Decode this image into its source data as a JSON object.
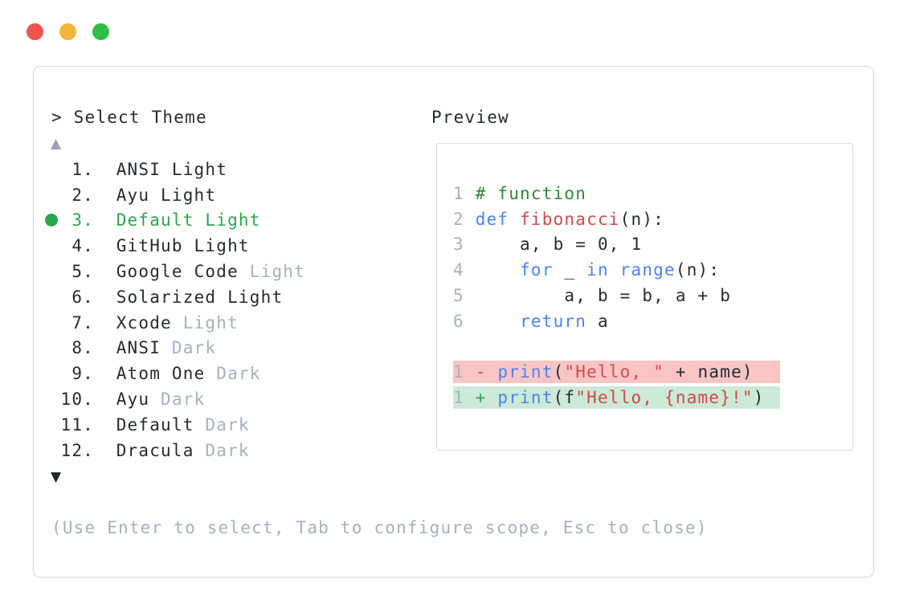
{
  "colors": {
    "accent_green": "#2da44e",
    "text_dark": "#262b33",
    "muted_gray": "#a6b0bf",
    "panel_border": "#d5dae2",
    "comment_green": "#2e8b2e",
    "keyword_blue": "#4d84f1",
    "function_red": "#d1494a",
    "string_red": "#d1494a",
    "diff_removed_bg": "#f8c5c4",
    "diff_added_bg": "#cbe9d6",
    "scroll_up_gray": "#98a4b5",
    "scroll_down_dark": "#20242b",
    "traffic_red": "#f0544f",
    "traffic_yellow": "#f2b63c",
    "traffic_green": "#2fbf44"
  },
  "prompt": {
    "text": "> Select Theme"
  },
  "list": {
    "scroll_up_indicator": "▲",
    "scroll_down_indicator": "▼",
    "items": [
      {
        "number": "1.",
        "name": "ANSI",
        "variant": "Light",
        "muted_variant": false,
        "selected": false
      },
      {
        "number": "2.",
        "name": "Ayu",
        "variant": "Light",
        "muted_variant": false,
        "selected": false
      },
      {
        "number": "3.",
        "name": "Default",
        "variant": "Light",
        "muted_variant": false,
        "selected": true
      },
      {
        "number": "4.",
        "name": "GitHub",
        "variant": "Light",
        "muted_variant": false,
        "selected": false
      },
      {
        "number": "5.",
        "name": "Google Code",
        "variant": "Light",
        "muted_variant": true,
        "selected": false
      },
      {
        "number": "6.",
        "name": "Solarized",
        "variant": "Light",
        "muted_variant": false,
        "selected": false
      },
      {
        "number": "7.",
        "name": "Xcode",
        "variant": "Light",
        "muted_variant": true,
        "selected": false
      },
      {
        "number": "8.",
        "name": "ANSI",
        "variant": "Dark",
        "muted_variant": true,
        "selected": false
      },
      {
        "number": "9.",
        "name": "Atom One",
        "variant": "Dark",
        "muted_variant": true,
        "selected": false
      },
      {
        "number": "10.",
        "name": "Ayu",
        "variant": "Dark",
        "muted_variant": true,
        "selected": false
      },
      {
        "number": "11.",
        "name": "Default",
        "variant": "Dark",
        "muted_variant": true,
        "selected": false
      },
      {
        "number": "12.",
        "name": "Dracula",
        "variant": "Dark",
        "muted_variant": true,
        "selected": false
      }
    ]
  },
  "preview": {
    "label": "Preview",
    "code_lines": [
      {
        "number": "1",
        "tokens": [
          {
            "t": "# function",
            "c": "comment"
          }
        ]
      },
      {
        "number": "2",
        "tokens": [
          {
            "t": "def",
            "c": "kw"
          },
          {
            "t": " ",
            "c": "plain"
          },
          {
            "t": "fibonacci",
            "c": "func"
          },
          {
            "t": "(n):",
            "c": "plain"
          }
        ]
      },
      {
        "number": "3",
        "tokens": [
          {
            "t": "    a, b = 0, 1",
            "c": "plain"
          }
        ]
      },
      {
        "number": "4",
        "tokens": [
          {
            "t": "    ",
            "c": "plain"
          },
          {
            "t": "for",
            "c": "kw"
          },
          {
            "t": " _ ",
            "c": "plain"
          },
          {
            "t": "in",
            "c": "kw"
          },
          {
            "t": " ",
            "c": "plain"
          },
          {
            "t": "range",
            "c": "kw"
          },
          {
            "t": "(n):",
            "c": "plain"
          }
        ]
      },
      {
        "number": "5",
        "tokens": [
          {
            "t": "        a, b = b, a + b",
            "c": "plain"
          }
        ]
      },
      {
        "number": "6",
        "tokens": [
          {
            "t": "    ",
            "c": "plain"
          },
          {
            "t": "return",
            "c": "kw"
          },
          {
            "t": " a",
            "c": "plain"
          }
        ]
      },
      {
        "number": "",
        "tokens": []
      },
      {
        "number": "1",
        "diff": "removed",
        "tokens": [
          {
            "t": "- ",
            "c": "removed"
          },
          {
            "t": "print",
            "c": "kw"
          },
          {
            "t": "(",
            "c": "plain"
          },
          {
            "t": "\"Hello, \"",
            "c": "str"
          },
          {
            "t": " + name)",
            "c": "plain"
          }
        ]
      },
      {
        "number": "1",
        "diff": "added",
        "tokens": [
          {
            "t": "+ ",
            "c": "added"
          },
          {
            "t": "print",
            "c": "kw"
          },
          {
            "t": "(f",
            "c": "plain"
          },
          {
            "t": "\"Hello, {name}!\"",
            "c": "str"
          },
          {
            "t": ")",
            "c": "plain"
          }
        ]
      }
    ]
  },
  "footer": {
    "hint": "(Use Enter to select, Tab to configure scope, Esc to close)"
  }
}
